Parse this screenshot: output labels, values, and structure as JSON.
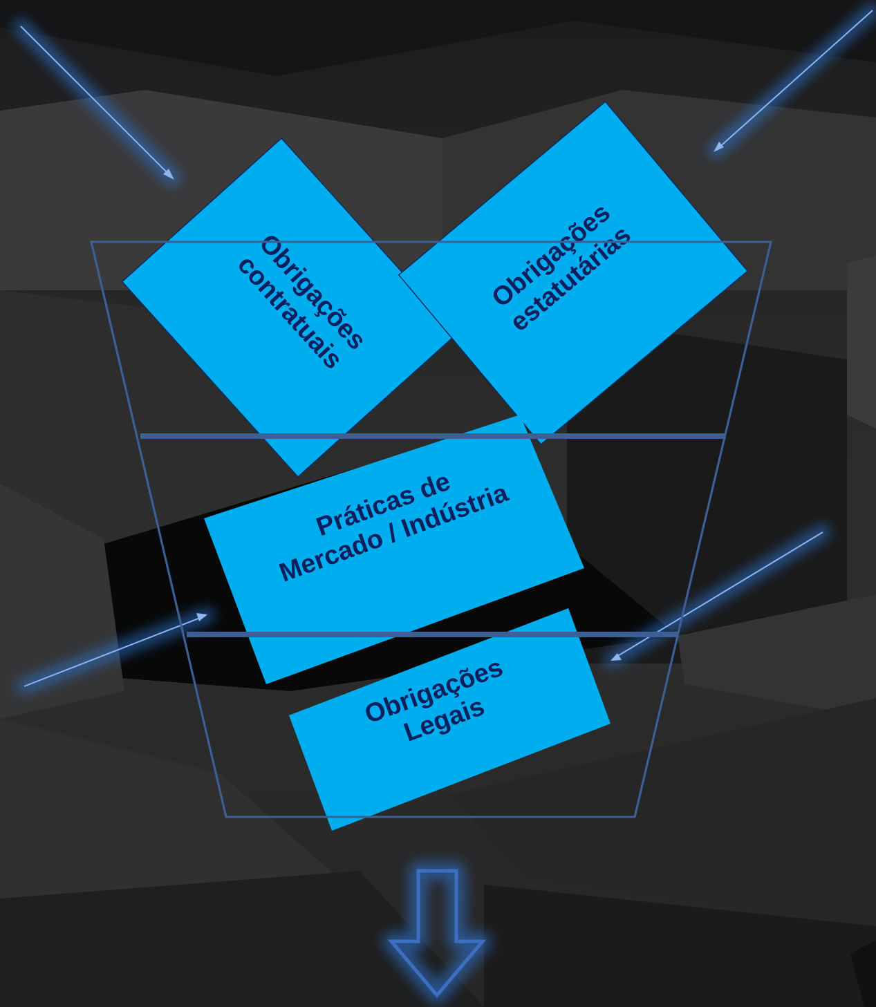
{
  "colors": {
    "card_fill": "#00aef0",
    "card_text": "#0b1f5c",
    "funnel_stroke": "#3d5f95",
    "arrow_glow": "#2f7be0",
    "arrow_line": "#8fb4ee",
    "background": "#2a2a2a"
  },
  "cards": {
    "contratuais": {
      "line1": "Obrigações",
      "line2": "contratuais"
    },
    "estatutarias": {
      "line1": "Obrigações",
      "line2": "estatutárias"
    },
    "mercado": {
      "line1": "Práticas de",
      "line2": "Mercado / Indústria"
    },
    "legais": {
      "line1": "Obrigações",
      "line2": "Legais"
    }
  },
  "icons": {
    "input_arrows": "arrow-icon",
    "output_arrow": "down-arrow-icon"
  }
}
